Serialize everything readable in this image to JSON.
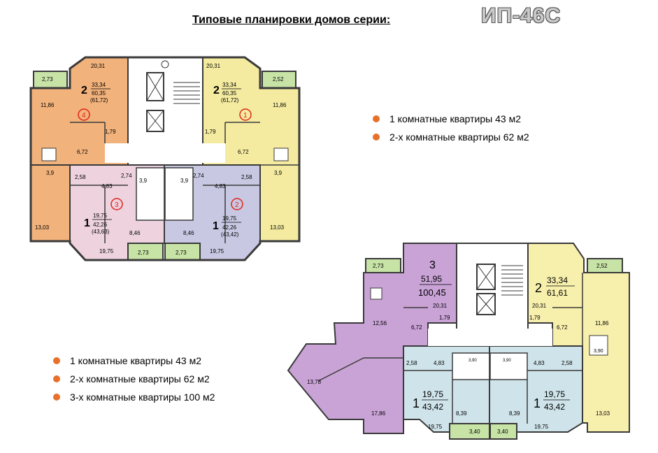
{
  "header": {
    "title": "Типовые планировки домов серии:",
    "series": "ИП-46С"
  },
  "legend_top": {
    "items": [
      "1 комнатные квартиры 43 м2",
      "2-х комнатные квартиры 62 м2"
    ]
  },
  "legend_bottom": {
    "items": [
      "1 комнатные квартиры 43 м2",
      "2-х комнатные квартиры 62 м2",
      "3-х комнатные квартиры 100 м2"
    ]
  },
  "colors": {
    "orange": "#f2b27b",
    "yellow": "#f4eba0",
    "pink": "#eed3df",
    "lavender": "#c8c8e3",
    "green": "#c8e3a6",
    "purple": "#c9a3d6",
    "light_blue": "#cfe4ea",
    "pale_yellow": "#f7efac",
    "wall": "#3a3a3a",
    "marker": "#e8702a"
  },
  "plan_top": {
    "apt4": {
      "num": "4",
      "rooms": "2",
      "living": "33,34",
      "total": "60,35",
      "alt": "(61,72)"
    },
    "apt1": {
      "num": "1",
      "rooms": "2",
      "living": "33,34",
      "total": "60,35",
      "alt": "(61,72)"
    },
    "apt3": {
      "num": "3",
      "rooms": "1",
      "living": "19,75",
      "total": "42,26",
      "alt": "(43,63)"
    },
    "apt2": {
      "num": "2",
      "rooms": "1",
      "living": "19,75",
      "total": "42,26",
      "alt": "(43,42)"
    },
    "labels": {
      "balc_l": "2,73",
      "balc_r": "2,52",
      "k_l": "20,31",
      "k_r": "20,31",
      "r_l": "11,86",
      "r_r": "11,86",
      "h_l": "1,79",
      "h_r": "1,79",
      "c_l": "6,72",
      "c_r": "6,72",
      "b_l": "3,9",
      "b_r": "3,9",
      "s_l": "2,58",
      "s_r": "2,58",
      "hall_l": "4,83",
      "hall_r": "4,83",
      "m_l": "2,74",
      "m_r": "2,74",
      "w_l": "3,9",
      "w_r": "3,9",
      "big_l": "13,03",
      "big_r": "13,03",
      "kit_l": "8,46",
      "kit_r": "8,46",
      "bot_l": "19,75",
      "bot_r": "19,75",
      "bb_l": "2,73",
      "bb_r": "2,73"
    }
  },
  "plan_bottom": {
    "apt3": {
      "rooms": "3",
      "living": "51,95",
      "total": "100,45"
    },
    "apt2": {
      "rooms": "2",
      "living": "33,34",
      "total": "61,61"
    },
    "apt1l": {
      "rooms": "1",
      "living": "19,75",
      "total": "43,42"
    },
    "apt1r": {
      "rooms": "1",
      "living": "19,75",
      "total": "43,42"
    },
    "labels": {
      "balc_l": "2,73",
      "balc_r": "2,52",
      "k_l": "20,31",
      "k_r": "20,31",
      "h_l": "1,79",
      "h_r": "1,79",
      "c_l": "6,72",
      "c_r": "6,72",
      "r1": "12,56",
      "r_r": "11,86",
      "b_r": "3,90",
      "big_l": "13,78",
      "big_b": "17,86",
      "s_l": "2,58",
      "s_r": "2,58",
      "hall_l": "4,83",
      "hall_r": "4,83",
      "w_l": "3,90",
      "w_r": "3,90",
      "big_r": "13,03",
      "kit_l": "8,39",
      "kit_r": "8,39",
      "bot_l": "19,75",
      "bot_r": "19,75",
      "bb_l": "3,40",
      "bb_r": "3,40"
    }
  }
}
